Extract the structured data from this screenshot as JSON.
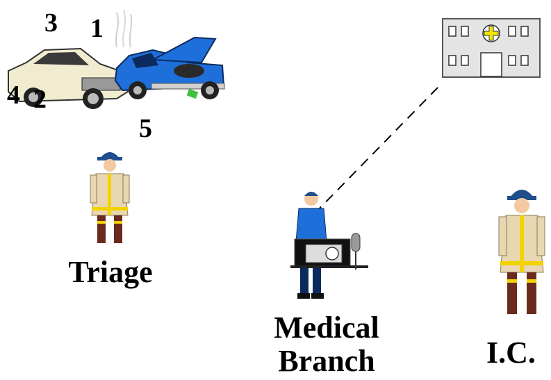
{
  "victim_numbers": [
    "3",
    "1",
    "4",
    "2",
    "5"
  ],
  "labels": {
    "triage": "Triage",
    "medical_line1": "Medical",
    "medical_line2": "Branch",
    "ic": "I.C."
  },
  "colors": {
    "coat": "#e8d7b0",
    "stripe": "#f2d300",
    "helmet": "#1e4e8c",
    "boots": "#6b2a1e",
    "blue_car": "#1e6fd9",
    "cream_car": "#f1ecd0",
    "building": "#e4e4e4",
    "cross": "#f2e600"
  }
}
